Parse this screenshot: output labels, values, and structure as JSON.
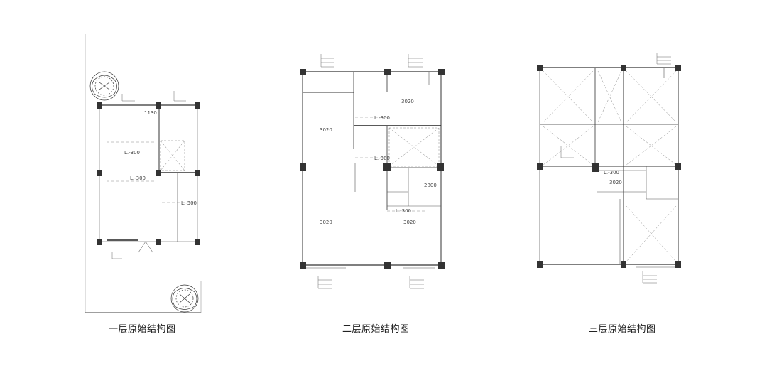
{
  "plans": [
    {
      "title": "一层原始结构图",
      "labels": [
        "1130",
        "L.-300",
        "L.-300",
        "L.-300"
      ]
    },
    {
      "title": "二层原始结构图",
      "labels": [
        "3020",
        "L.-300",
        "L.-300",
        "2800",
        "L.-300",
        "3020",
        "3020",
        "3020"
      ]
    },
    {
      "title": "三层原始结构图",
      "labels": [
        "L.-300",
        "3020"
      ]
    }
  ]
}
